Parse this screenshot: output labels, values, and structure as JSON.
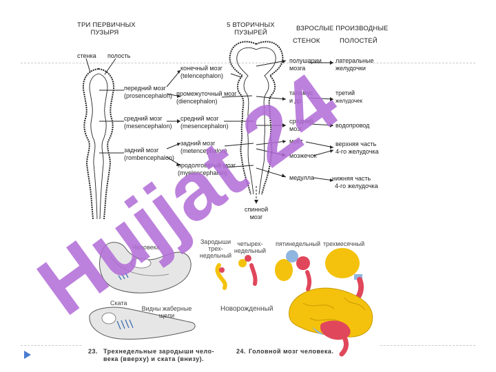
{
  "headers": {
    "three_primary": [
      "ТРИ ПЕРВИЧНЫХ",
      "ПУЗЫРЯ"
    ],
    "five_secondary": [
      "5 ВТОРИЧНЫХ",
      "ПУЗЫРЕЙ"
    ],
    "adult": "ВЗРОСЛЫЕ ПРОИЗВОДНЫЕ",
    "walls": "СТЕНОК",
    "cavities": "ПОЛОСТЕЙ"
  },
  "left_labels": {
    "wall": "стенка",
    "cavity": "полость",
    "forebrain": [
      "передний мозг",
      "(prosencephalon)"
    ],
    "midbrain": [
      "средний мозг",
      "(mesencephalon)"
    ],
    "hindbrain": [
      "задний мозг",
      "(rombencephalon)"
    ]
  },
  "secondary": {
    "telen": [
      "конечный мозг",
      "(telencephalon)"
    ],
    "dien": [
      "промежуточный мозг",
      "(diencephalon)"
    ],
    "mesen": [
      "средний мозг",
      "(mesencephalon)"
    ],
    "meten": [
      "задний мозг",
      "(metencephalon)"
    ],
    "myelen": [
      "продолговатый мозг",
      "(myelencephalon)"
    ]
  },
  "walls": {
    "hemispheres": [
      "полушарии",
      "мозга"
    ],
    "thalamus": [
      "таламус",
      "и др."
    ],
    "midbrain": [
      "средний",
      "мозг"
    ],
    "pons": "мост",
    "cerebellum": "мозжечок",
    "medulla": "медулла"
  },
  "cavities": {
    "lateral": [
      "латеральные",
      "желудочки"
    ],
    "third": [
      "третий",
      "желудочек"
    ],
    "aqueduct": "водопровод",
    "upper4": [
      "верхняя часть",
      "4-го желудочка"
    ],
    "lower4": [
      "нижняя часть",
      "4-го желудочка"
    ]
  },
  "spinal": [
    "спинной",
    "мозг"
  ],
  "bottom": {
    "human": "Человека",
    "three_week": [
      "Зародыши",
      "трех-",
      "недельный"
    ],
    "four_week": [
      "четырех-",
      "недельный"
    ],
    "five_week": "пятинедельный",
    "three_month": "трехмесячный",
    "skate": "Ската",
    "gills": [
      "Видны жаберные",
      "щели"
    ],
    "newborn": "Новорожденный",
    "cap23_num": "23.",
    "cap23": [
      "Трехнедельные зародыши чело-",
      "века (вверху) и ската (внизу)."
    ],
    "cap24_num": "24.",
    "cap24": "Головной мозг человека."
  },
  "watermark": "Hujjat 24",
  "colors": {
    "watermark": "#b06bd6",
    "bullet": "#4a7bd0",
    "yellow": "#f4c20d",
    "red": "#e0475b",
    "blue": "#8fb6e0"
  }
}
